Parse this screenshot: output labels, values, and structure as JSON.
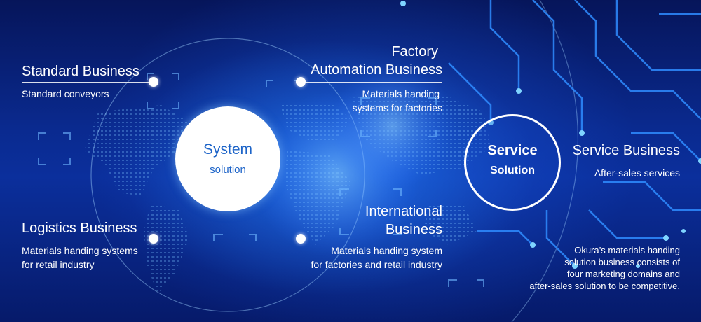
{
  "theme": {
    "accent": "#1d64c8",
    "background": "#0a2a8f",
    "line": "#ffffff"
  },
  "standard": {
    "title": "Standard Business",
    "subtitle": "Standard conveyors"
  },
  "factory": {
    "title_line1": "Factory",
    "title_line2": "Automation Business",
    "subtitle_line1": "Materials handing",
    "subtitle_line2": "systems for factories"
  },
  "system": {
    "title": "System",
    "subtitle": "solution"
  },
  "service": {
    "circle_title": "Service",
    "circle_subtitle": "Solution",
    "title": "Service Business",
    "subtitle": "After-sales services"
  },
  "logistics": {
    "title": "Logistics Business",
    "subtitle_line1": "Materials handing systems",
    "subtitle_line2": "for retail industry"
  },
  "international": {
    "title_line1": "International",
    "title_line2": "Business",
    "subtitle_line1": "Materials handing system",
    "subtitle_line2": "for factories and retail industry"
  },
  "note": {
    "line1": "Okura’s materials handing",
    "line2": "solution business consists of",
    "line3": "four marketing domains and",
    "line4": "after-sales solution to  be competitive."
  }
}
